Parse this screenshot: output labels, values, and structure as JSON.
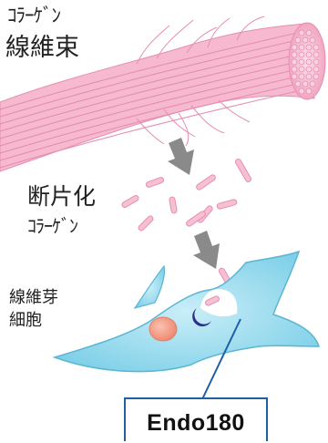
{
  "labels": {
    "collagen_top_line1": "ｺﾗｰｹﾞﾝ",
    "collagen_top_line2": "線維束",
    "fragment_line1": "断片化",
    "fragment_line2": "ｺﾗｰｹﾞﾝ",
    "fibroblast_line1": "線維芽",
    "fibroblast_line2": "細胞",
    "receptor": "Endo180"
  },
  "colors": {
    "fiber_pink": "#f2a6c2",
    "fiber_line": "#e58fb1",
    "fragment_pink": "#f5b8cf",
    "arrow_gray": "#8a8a8a",
    "cell_blue": "#7fd0e8",
    "cell_edge": "#5bb6d4",
    "nucleus": "#f08f78",
    "receptor_navy": "#2e2d8c",
    "callout_blue": "#1f5fa6"
  }
}
